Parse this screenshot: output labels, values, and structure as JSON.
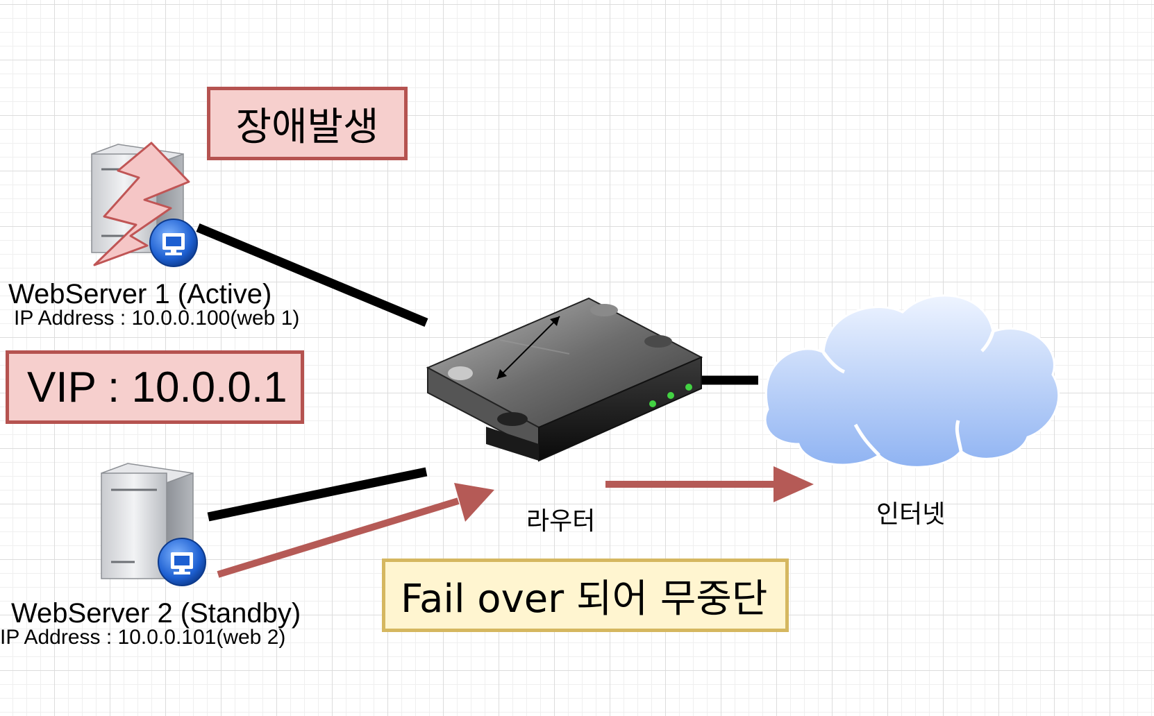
{
  "callouts": {
    "fault": "장애발생",
    "vip": "VIP : 10.0.0.1",
    "failover": "Fail over 되어 무중단"
  },
  "servers": [
    {
      "name": "WebServer 1 (Active)",
      "ip": "IP Address : 10.0.0.100(web 1)"
    },
    {
      "name": "WebServer 2 (Standby)",
      "ip": "IP Address : 10.0.0.101(web 2)"
    }
  ],
  "router": {
    "label": "라우터"
  },
  "internet": {
    "label": "인터넷"
  },
  "colors": {
    "connection": "#000000",
    "traffic_arrow": "#b55a56",
    "fault_fill": "#f6cfcd",
    "fault_border": "#b55350",
    "note_fill": "#fff5d0",
    "note_border": "#d5b760",
    "cloud_top": "#eef4ff",
    "cloud_bottom": "#8fb3f2"
  },
  "icons": {
    "server": "server-tower-icon",
    "network_badge": "network-monitor-badge-icon",
    "fault": "lightning-bolt-icon",
    "router": "router-icon",
    "internet": "cloud-icon"
  }
}
